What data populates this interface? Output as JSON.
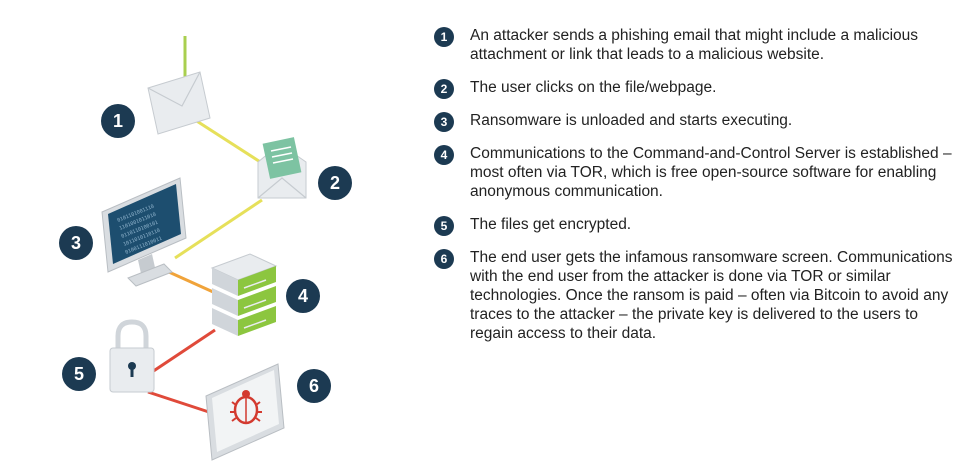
{
  "colors": {
    "badge": "#1c3a52",
    "text": "#222222",
    "connector_yellow": "#e6e05a",
    "connector_orange": "#f0a33a",
    "connector_red": "#e04a3a",
    "server_green": "#8cc63f",
    "device_gray": "#d9dde1"
  },
  "icons": [
    "fishhook-icon",
    "envelope-icon",
    "open-envelope-icon",
    "monitor-binary-icon",
    "server-stack-icon",
    "padlock-icon",
    "monitor-bug-icon"
  ],
  "steps": [
    {
      "number": "1",
      "text": "An attacker sends a phishing email that might include a malicious attachment or link that leads to a malicious website."
    },
    {
      "number": "2",
      "text": "The user clicks on the file/webpage."
    },
    {
      "number": "3",
      "text": "Ransomware is unloaded and starts executing."
    },
    {
      "number": "4",
      "text": "Communications to the Command-and-Control Server is established – most often via TOR, which is free open-source software for enabling anonymous communication."
    },
    {
      "number": "5",
      "text": "The files get encrypted."
    },
    {
      "number": "6",
      "text": "The end user gets the infamous ransomware screen. Communications with the end user from the attacker is done via TOR or similar technologies. Once the ransom is paid – often via Bitcoin to avoid any traces to the attacker – the private key is delivered to the users to regain access to their data."
    }
  ]
}
